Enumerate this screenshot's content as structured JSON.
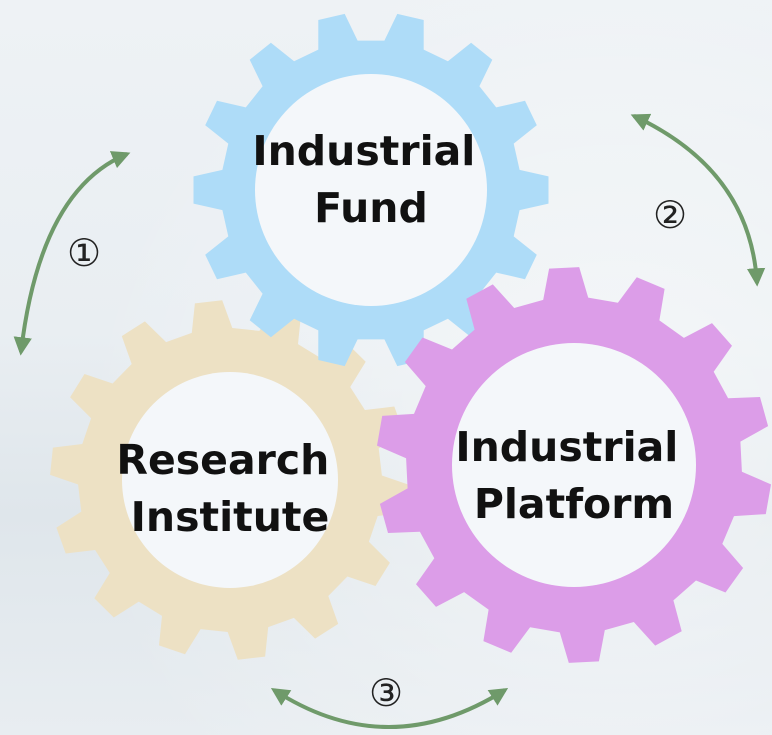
{
  "gears": [
    {
      "id": "fund",
      "lines": [
        "Industrial",
        "Fund"
      ],
      "color": "#aedcf8"
    },
    {
      "id": "research",
      "lines": [
        "Research",
        "Institute"
      ],
      "color": "#ede1c4"
    },
    {
      "id": "platform",
      "lines": [
        "Industrial",
        "Platform"
      ],
      "color": "#dc9de8"
    }
  ],
  "markers": [
    "①",
    "②",
    "③"
  ],
  "colors": {
    "arrow": "#6f9a6a",
    "inner": "#f4f7fa",
    "background": "#e9eef2"
  }
}
